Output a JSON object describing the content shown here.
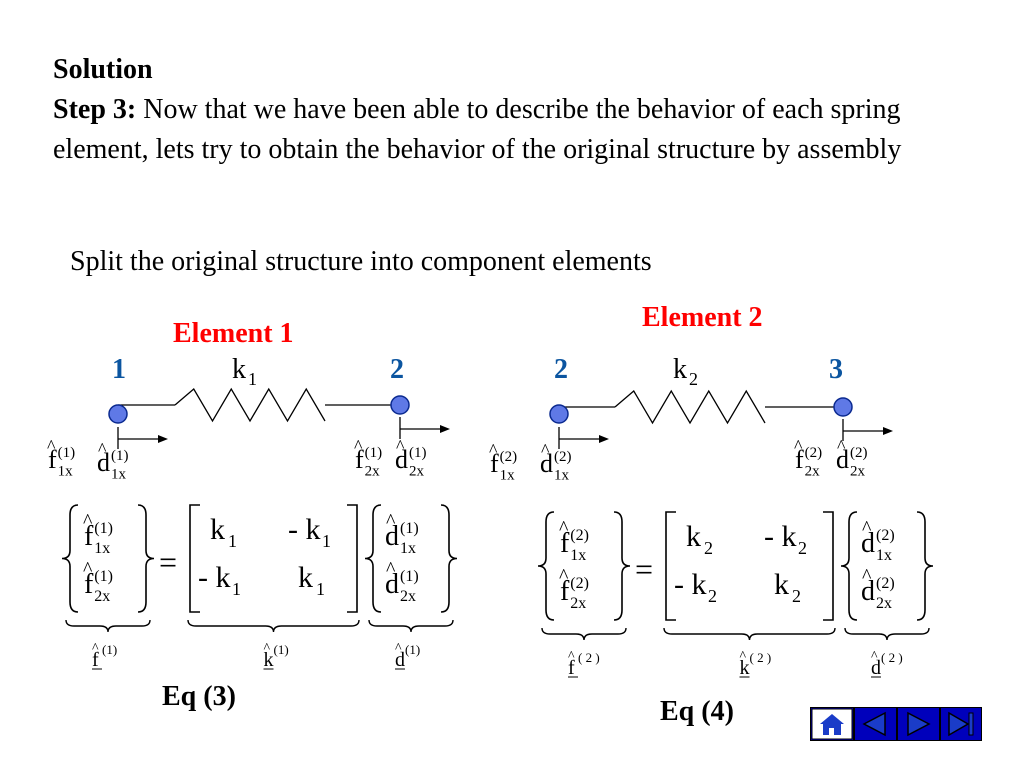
{
  "heading": "Solution",
  "step_label": "Step 3:",
  "step_text": " Now that we have been able to describe the behavior of each spring element, lets try to obtain the behavior of the original structure by assembly",
  "split_text": "Split the original structure into component elements",
  "elements": [
    {
      "title": "Element 1",
      "node_left": "1",
      "node_right": "2",
      "spring_label": "k",
      "spring_sub": "1",
      "sup": "(1)",
      "k": "k",
      "k_sub": "1",
      "neg": "- k",
      "vec_f": "f",
      "vec_k": "k",
      "vec_d": "d",
      "vec_sup": "(1)",
      "equation": "Eq (3)"
    },
    {
      "title": "Element 2",
      "node_left": "2",
      "node_right": "3",
      "spring_label": "k",
      "spring_sub": "2",
      "sup": "(2)",
      "k": "k",
      "k_sub": "2",
      "neg": "- k",
      "vec_f": "f",
      "vec_k": "k",
      "vec_d": "d",
      "vec_sup": "( 2 )",
      "equation": "Eq (4)"
    }
  ],
  "symbols": {
    "f": "f",
    "d": "d",
    "hat": "^",
    "sub_1x": "1x",
    "sub_2x": "2x",
    "equals": "="
  },
  "nav": [
    {
      "icon": "home-icon"
    },
    {
      "icon": "previous-icon"
    },
    {
      "icon": "next-icon"
    },
    {
      "icon": "last-icon"
    }
  ],
  "colors": {
    "title_red": "#ff0000",
    "node_blue": "#0b55a0",
    "node_fill": "#5f79e6",
    "nav_blue": "#0000bb"
  }
}
